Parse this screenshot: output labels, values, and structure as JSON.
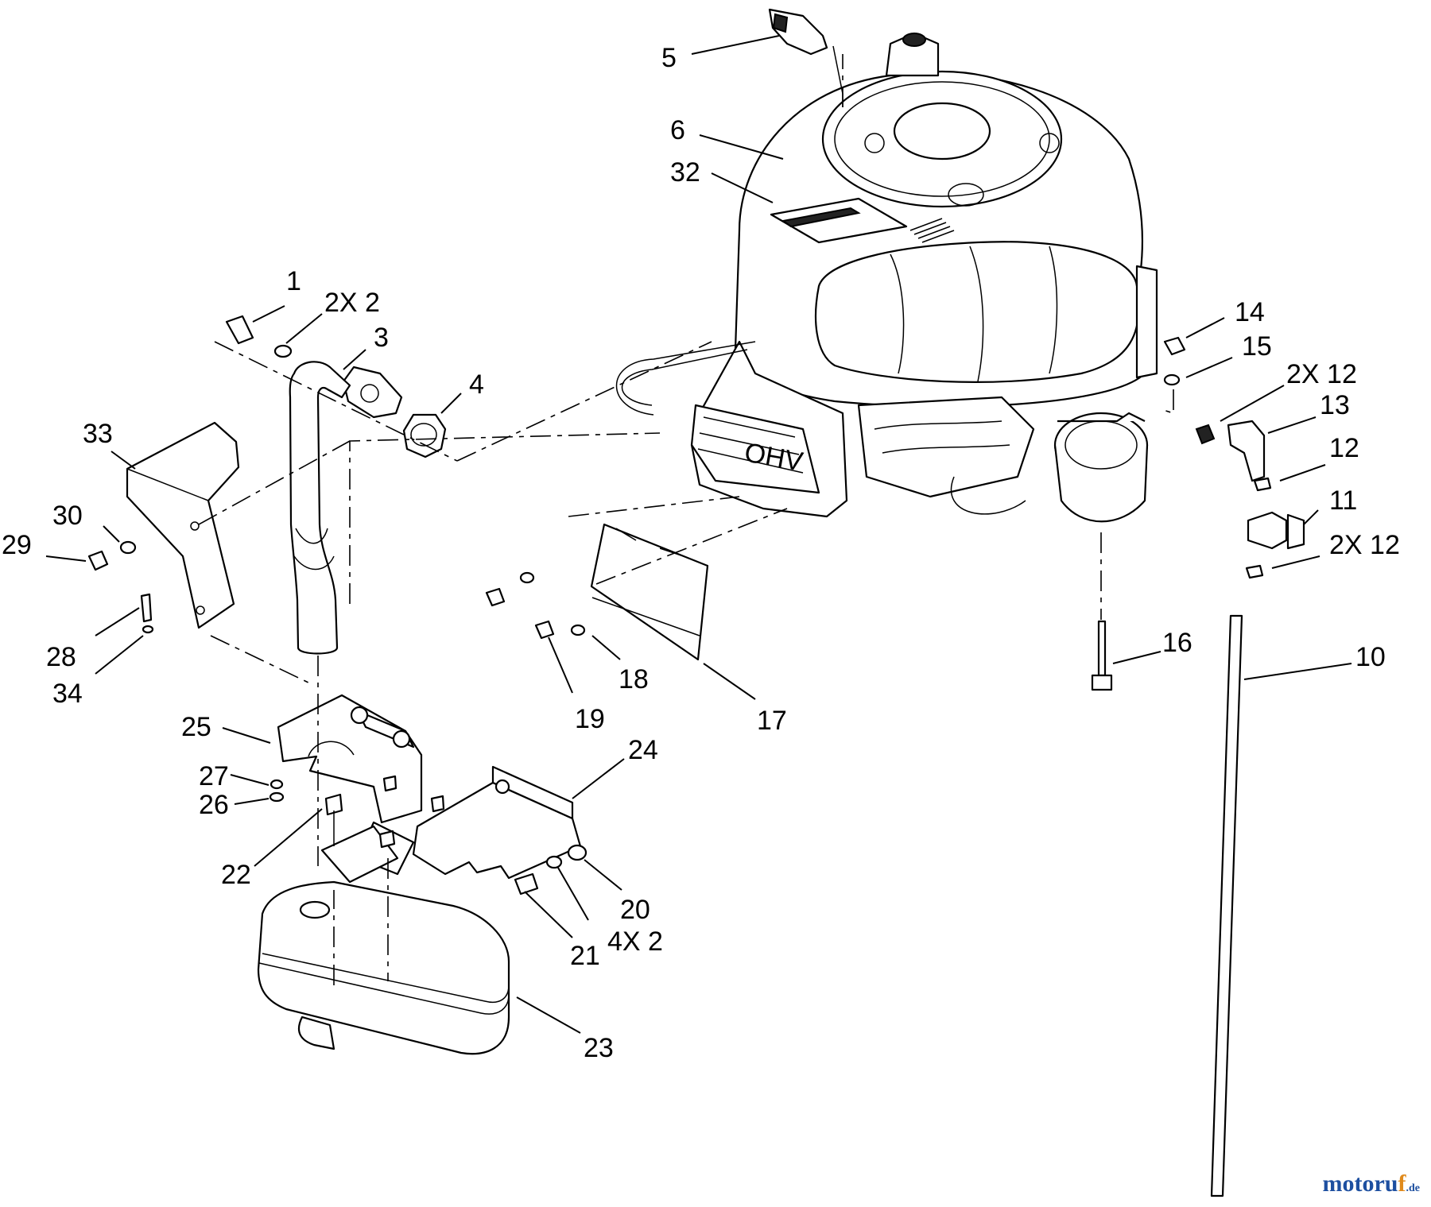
{
  "callouts": [
    {
      "id": "c1",
      "text": "1"
    },
    {
      "id": "c2",
      "text": "2X 2"
    },
    {
      "id": "c3",
      "text": "3"
    },
    {
      "id": "c4",
      "text": "4"
    },
    {
      "id": "c5",
      "text": "5"
    },
    {
      "id": "c6",
      "text": "6"
    },
    {
      "id": "c32",
      "text": "32"
    },
    {
      "id": "c14",
      "text": "14"
    },
    {
      "id": "c15",
      "text": "15"
    },
    {
      "id": "c12a",
      "text": "2X 12"
    },
    {
      "id": "c13",
      "text": "13"
    },
    {
      "id": "c12",
      "text": "12"
    },
    {
      "id": "c11",
      "text": "11"
    },
    {
      "id": "c12b",
      "text": "2X 12"
    },
    {
      "id": "c33",
      "text": "33"
    },
    {
      "id": "c30",
      "text": "30"
    },
    {
      "id": "c29",
      "text": "29"
    },
    {
      "id": "c28",
      "text": "28"
    },
    {
      "id": "c34",
      "text": "34"
    },
    {
      "id": "c16",
      "text": "16"
    },
    {
      "id": "c10",
      "text": "10"
    },
    {
      "id": "c18",
      "text": "18"
    },
    {
      "id": "c19",
      "text": "19"
    },
    {
      "id": "c17",
      "text": "17"
    },
    {
      "id": "c25",
      "text": "25"
    },
    {
      "id": "c24",
      "text": "24"
    },
    {
      "id": "c27",
      "text": "27"
    },
    {
      "id": "c26",
      "text": "26"
    },
    {
      "id": "c22",
      "text": "22"
    },
    {
      "id": "c20",
      "text": "20"
    },
    {
      "id": "c21",
      "text": "21"
    },
    {
      "id": "c4x2",
      "text": "4X 2"
    },
    {
      "id": "c23",
      "text": "23"
    }
  ],
  "watermark": {
    "main": "motoru",
    "accent": "f",
    "suffix": ".de"
  }
}
